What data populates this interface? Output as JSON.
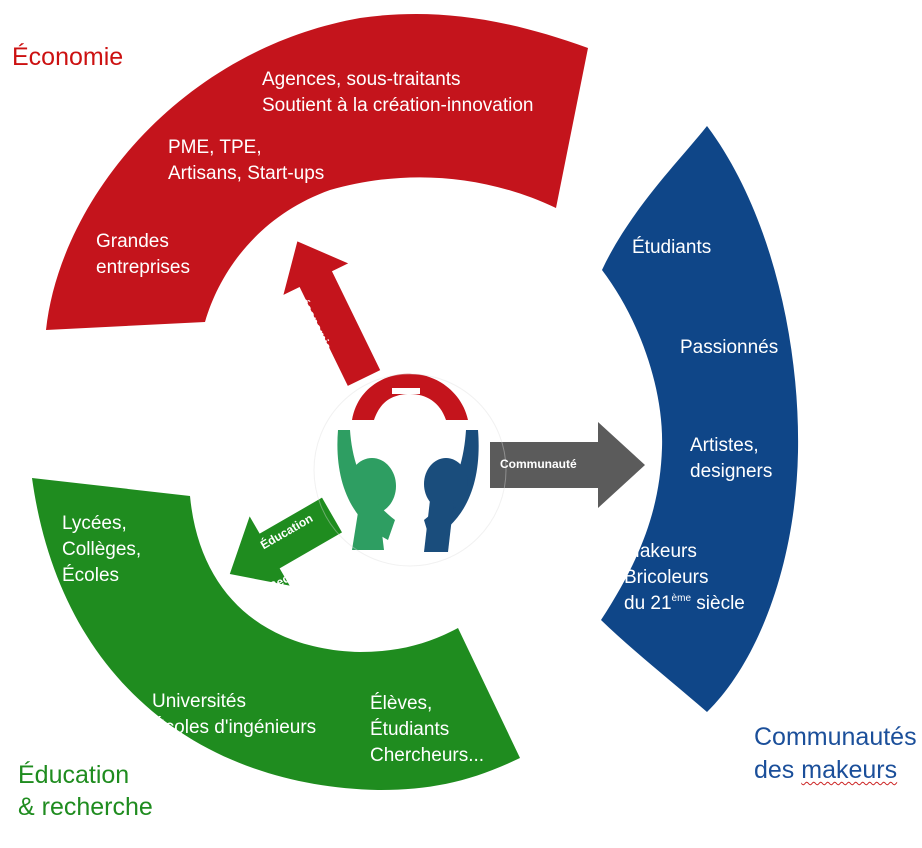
{
  "colors": {
    "economy": "#c4141c",
    "education": "#1f8c1f",
    "community": "#0f4688",
    "arrow_grey": "#5b5b5b",
    "logo_red": "#c4141c",
    "logo_green": "#2e9e62",
    "logo_blue": "#1a4d7c"
  },
  "economy": {
    "title": "Économie",
    "items": [
      "Agences, sous-traitants",
      "Soutient à la création-innovation",
      "PME, TPE,",
      "Artisans, Start-ups",
      "Grandes",
      "entreprises"
    ],
    "arrow_label": "économie"
  },
  "community": {
    "title_line1": "Communautés",
    "title_line2_a": "des ",
    "title_line2_b": "makeurs",
    "items": [
      "Étudiants",
      "Passionnés",
      "Artistes,",
      "designers",
      "Makeurs",
      "Bricoleurs",
      "du 21",
      "ème",
      " siècle"
    ],
    "arrow_label": "Communauté"
  },
  "education": {
    "title_line1": "Éducation",
    "title_line2": "& recherche",
    "items": [
      "Lycées,",
      "Collèges,",
      "Écoles",
      "Universités",
      "Écoles d'ingénieurs",
      "Élèves,",
      "Étudiants",
      "Chercheurs..."
    ],
    "arrow_label_1": "Éducation",
    "arrow_label_2": "Recherche"
  },
  "logo": {
    "icon": "fablab-logo-icon"
  }
}
